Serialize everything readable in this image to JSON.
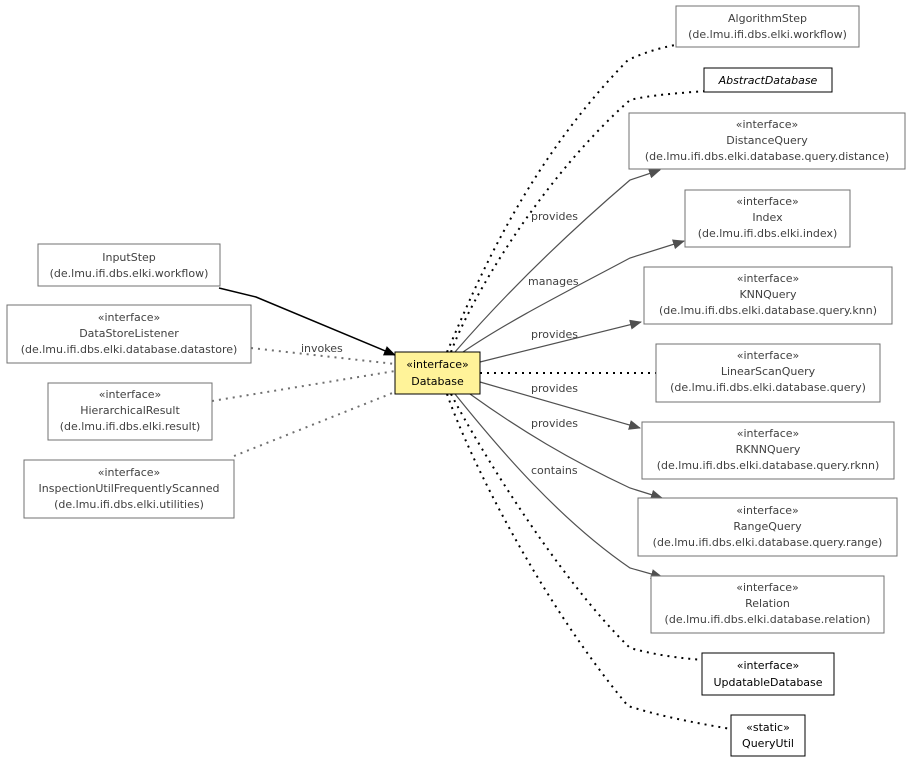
{
  "center": {
    "stereotype": "«interface»",
    "name": "Database"
  },
  "nodes": [
    {
      "id": "algorithm-step",
      "lines": [
        "AlgorithmStep",
        "(de.lmu.ifi.dbs.elki.workflow)"
      ]
    },
    {
      "id": "abstract-database",
      "lines": [
        "AbstractDatabase"
      ]
    },
    {
      "id": "distance-query",
      "lines": [
        "«interface»",
        "DistanceQuery",
        "(de.lmu.ifi.dbs.elki.database.query.distance)"
      ]
    },
    {
      "id": "index",
      "lines": [
        "«interface»",
        "Index",
        "(de.lmu.ifi.dbs.elki.index)"
      ]
    },
    {
      "id": "knn-query",
      "lines": [
        "«interface»",
        "KNNQuery",
        "(de.lmu.ifi.dbs.elki.database.query.knn)"
      ]
    },
    {
      "id": "linear-scan-query",
      "lines": [
        "«interface»",
        "LinearScanQuery",
        "(de.lmu.ifi.dbs.elki.database.query)"
      ]
    },
    {
      "id": "rknn-query",
      "lines": [
        "«interface»",
        "RKNNQuery",
        "(de.lmu.ifi.dbs.elki.database.query.rknn)"
      ]
    },
    {
      "id": "range-query",
      "lines": [
        "«interface»",
        "RangeQuery",
        "(de.lmu.ifi.dbs.elki.database.query.range)"
      ]
    },
    {
      "id": "relation",
      "lines": [
        "«interface»",
        "Relation",
        "(de.lmu.ifi.dbs.elki.database.relation)"
      ]
    },
    {
      "id": "updatable-database",
      "lines": [
        "«interface»",
        "UpdatableDatabase"
      ]
    },
    {
      "id": "query-util",
      "lines": [
        "«static»",
        "QueryUtil"
      ]
    },
    {
      "id": "input-step",
      "lines": [
        "InputStep",
        "(de.lmu.ifi.dbs.elki.workflow)"
      ]
    },
    {
      "id": "data-store-listener",
      "lines": [
        "«interface»",
        "DataStoreListener",
        "(de.lmu.ifi.dbs.elki.database.datastore)"
      ]
    },
    {
      "id": "hierarchical-result",
      "lines": [
        "«interface»",
        "HierarchicalResult",
        "(de.lmu.ifi.dbs.elki.result)"
      ]
    },
    {
      "id": "inspection-util",
      "lines": [
        "«interface»",
        "InspectionUtilFrequentlyScanned",
        "(de.lmu.ifi.dbs.elki.utilities)"
      ]
    }
  ],
  "edge_labels": {
    "invokes": "invokes",
    "provides_distance": "provides",
    "manages": "manages",
    "provides_knn": "provides",
    "provides_rknn": "provides",
    "provides_range": "provides",
    "contains": "contains"
  }
}
